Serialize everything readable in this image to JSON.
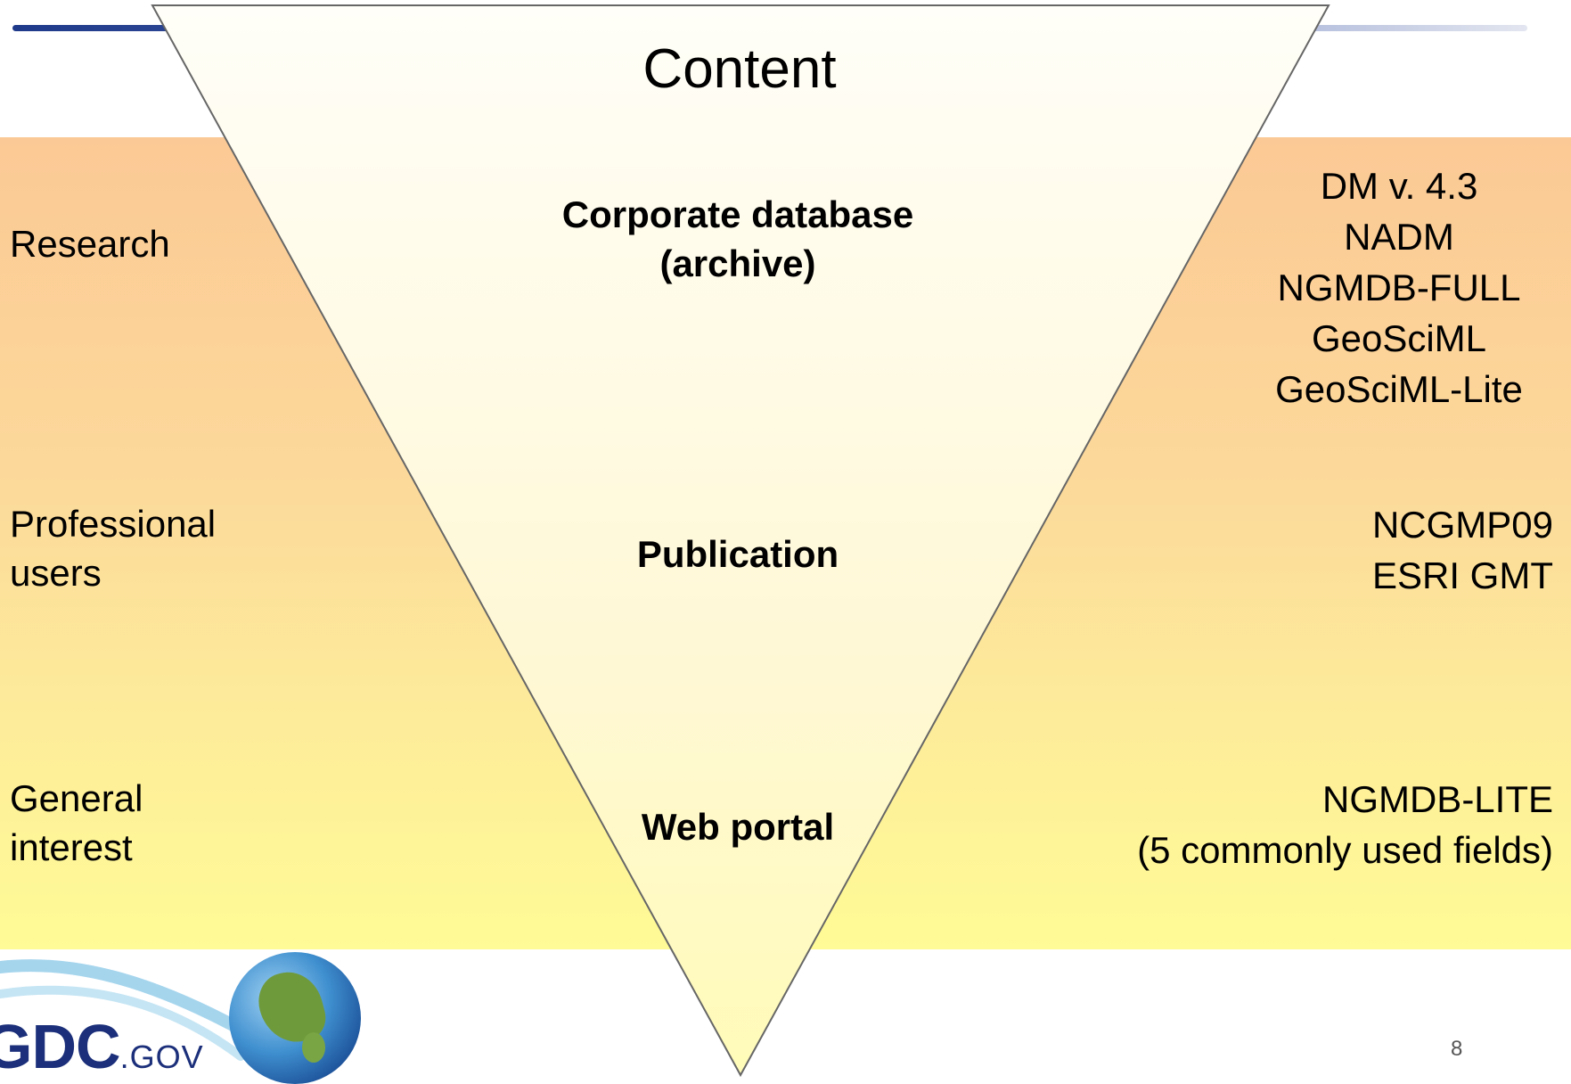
{
  "title": "Content",
  "levels": [
    {
      "audience": [
        "Research"
      ],
      "tier": [
        "Corporate database",
        "(archive)"
      ],
      "formats": [
        "DM v. 4.3",
        "NADM",
        "NGMDB-FULL",
        "GeoSciML",
        "GeoSciML-Lite"
      ]
    },
    {
      "audience": [
        "Professional",
        "users"
      ],
      "tier": [
        "Publication"
      ],
      "formats": [
        "NCGMP09",
        "ESRI GMT"
      ]
    },
    {
      "audience": [
        "General",
        "interest"
      ],
      "tier": [
        "Web portal"
      ],
      "formats": [
        "NGMDB-LITE",
        "(5 commonly used fields)"
      ]
    }
  ],
  "logo": {
    "text_main": "GDC",
    "text_suffix": ".GOV"
  },
  "page_number": "8",
  "colors": {
    "band_top": "#fbc995",
    "band_bottom": "#fffb96",
    "triangle_fill": "#fffde6",
    "rule": "#1f3a8a"
  }
}
